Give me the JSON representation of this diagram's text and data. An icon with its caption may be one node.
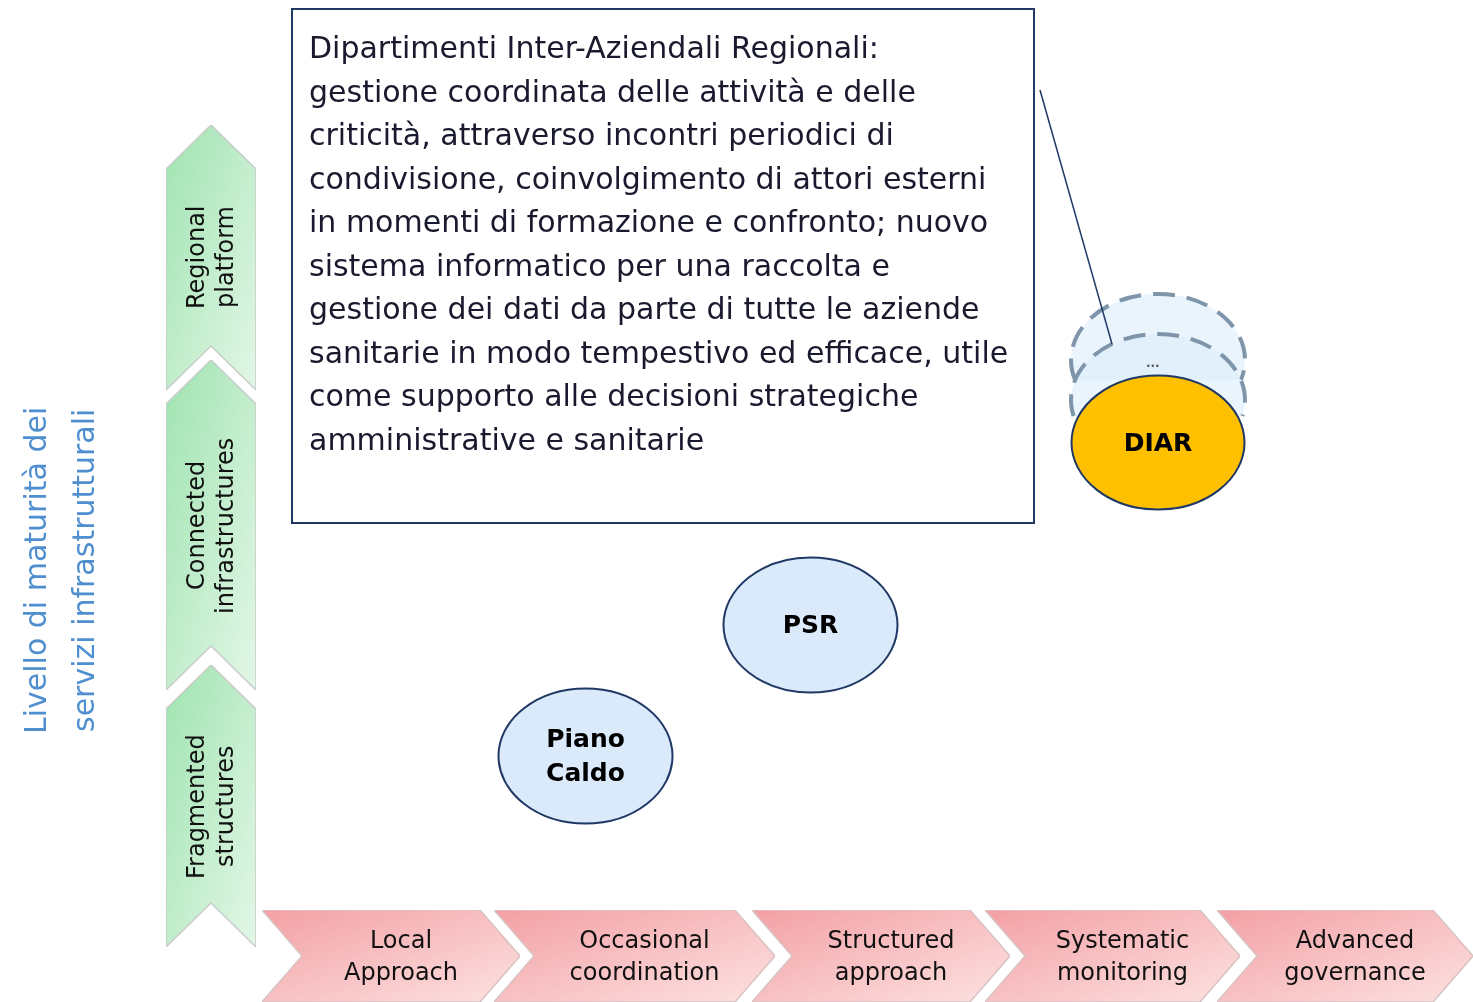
{
  "diagram": {
    "nodes": [
      {
        "text": [
          "Dipartimenti Inter-Aziendali Regionali: gestione coordinata delle attività e delle criticità, attraverso incontri periodici di condivisione, coinvolgimento di attori esterni in momenti di formazione e confronto; nuovo sistema informatico per una raccolta e gestione dei dati da parte di tutte le aziende sanitarie in modo tempestivo ed efficace, utile come supporto alle decisioni strategiche amministrative e sanitarie"
        ]
      },
      {
        "text": [
          "Regional platform"
        ]
      },
      {
        "text": [
          "Connected infrastructures"
        ]
      },
      {
        "text": [
          "Fragmented structures"
        ]
      },
      {
        "text": [
          "Local Approach"
        ]
      },
      {
        "text": [
          "Occasional coordination"
        ]
      },
      {
        "text": [
          "Structured approach"
        ]
      },
      {
        "text": [
          "Systematic monitoring"
        ]
      },
      {
        "text": [
          "Advanced governance"
        ]
      },
      {
        "text": [],
        "shape": "circle"
      },
      {
        "text": [],
        "shape": "circle"
      },
      {
        "text": [
          "DIAR"
        ]
      },
      {
        "text": [
          "PSR"
        ]
      },
      {
        "text": [
          "Piano Caldo"
        ]
      }
    ],
    "edges": [
      {
        "from": 0,
        "to": 10,
        "arrow": "none"
      }
    ],
    "labels": [
      "...",
      "Livello di maturità dei servizi infrastrutturali"
    ]
  }
}
